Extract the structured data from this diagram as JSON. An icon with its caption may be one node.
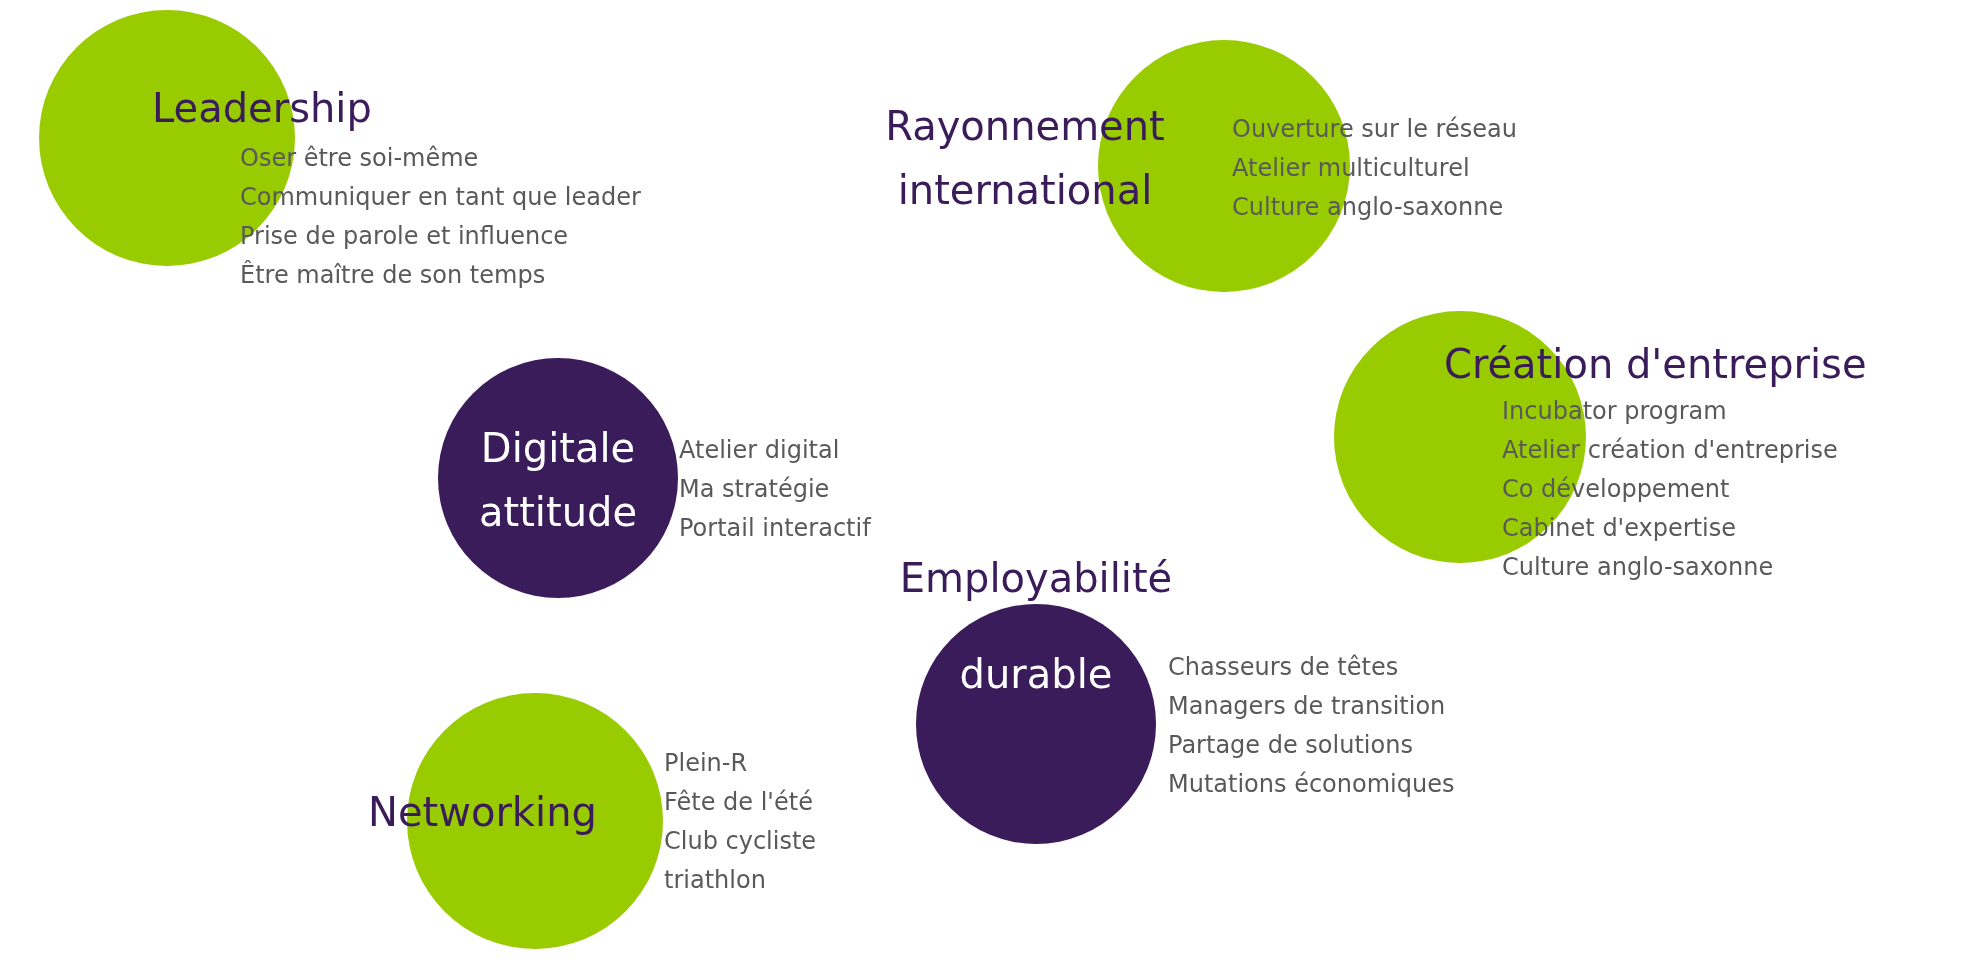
{
  "diagram": {
    "nodes": [
      {
        "text": [
          "Leadership",
          "Oser être soi-même",
          "Communiquer en tant que leader",
          "Prise de parole et influence",
          "Être maître de son temps"
        ]
      },
      {
        "text": [
          "Rayonnement international",
          "Ouverture sur le réseau",
          "Atelier multiculturel",
          "Culture anglo-saxonne"
        ]
      },
      {
        "text": [
          "Création d'entreprise",
          "Incubator program",
          "Atelier création d'entreprise",
          "Co développement",
          "Cabinet d'expertise",
          "Culture anglo-saxonne"
        ]
      },
      {
        "text": [
          "Digitale attitude",
          "Atelier digital",
          "Ma stratégie",
          "Portail interactif"
        ]
      },
      {
        "text": [
          "Employabilité durable",
          "Chasseurs de têtes",
          "Managers de transition",
          "Partage de solutions",
          "Mutations économiques"
        ]
      },
      {
        "text": [
          "Networking",
          "Plein-R",
          "Fête de l'été",
          "Club cycliste",
          "triathlon"
        ]
      }
    ],
    "edges": []
  }
}
